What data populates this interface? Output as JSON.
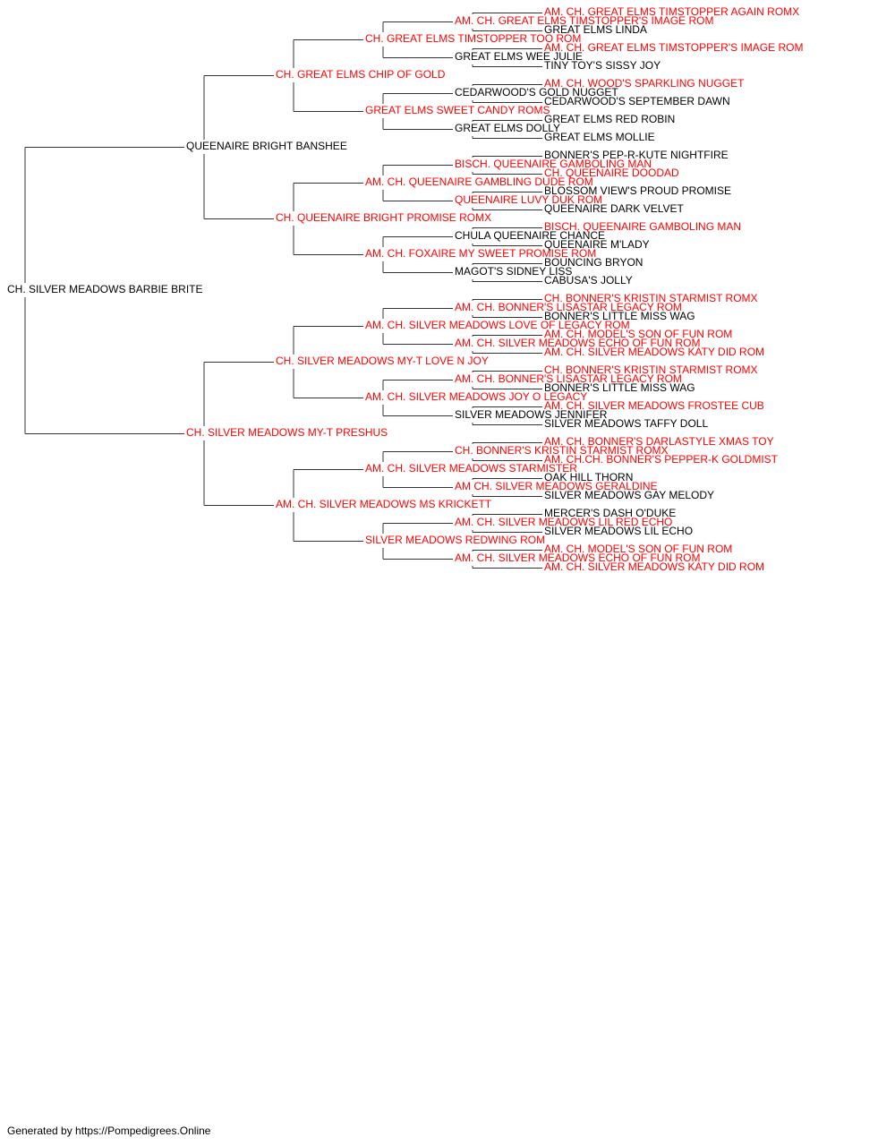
{
  "colors": {
    "titled": "#ff0000",
    "plain": "#000000",
    "line": "#333333"
  },
  "subject": {
    "name": "CH. SILVER MEADOWS BARBIE BRITE",
    "titled": false
  },
  "sire": {
    "name": "QUEENAIRE BRIGHT BANSHEE",
    "titled": false,
    "sire": {
      "name": "CH. GREAT ELMS CHIP OF GOLD",
      "titled": true,
      "sire": {
        "name": "CH. GREAT ELMS TIMSTOPPER TOO ROM",
        "titled": true,
        "sire": {
          "name": "AM. CH. GREAT ELMS TIMSTOPPER'S IMAGE ROM",
          "titled": true,
          "sire": {
            "name": "AM. CH. GREAT ELMS TIMSTOPPER AGAIN ROMX",
            "titled": true
          },
          "dam": {
            "name": "GREAT ELMS LINDA",
            "titled": false
          }
        },
        "dam": {
          "name": "GREAT ELMS WEE JULIE",
          "titled": false,
          "sire": {
            "name": "AM. CH. GREAT ELMS TIMSTOPPER'S IMAGE ROM",
            "titled": true
          },
          "dam": {
            "name": "TINY TOY'S SISSY JOY",
            "titled": false
          }
        }
      },
      "dam": {
        "name": "GREAT ELMS SWEET CANDY ROMS",
        "titled": true,
        "sire": {
          "name": "CEDARWOOD'S GOLD NUGGET",
          "titled": false,
          "sire": {
            "name": "AM. CH. WOOD'S SPARKLING NUGGET",
            "titled": true
          },
          "dam": {
            "name": "CEDARWOOD'S SEPTEMBER DAWN",
            "titled": false
          }
        },
        "dam": {
          "name": "GREAT ELMS DOLLY",
          "titled": false,
          "sire": {
            "name": "GREAT ELMS RED ROBIN",
            "titled": false
          },
          "dam": {
            "name": "GREAT ELMS MOLLIE",
            "titled": false
          }
        }
      }
    },
    "dam": {
      "name": "CH. QUEENAIRE BRIGHT PROMISE ROMX",
      "titled": true,
      "sire": {
        "name": "AM. CH. QUEENAIRE GAMBLING DUDE ROM",
        "titled": true,
        "sire": {
          "name": "BISCH. QUEENAIRE GAMBOLING MAN",
          "titled": true,
          "sire": {
            "name": "BONNER'S PEP-R-KUTE NIGHTFIRE",
            "titled": false
          },
          "dam": {
            "name": "CH. QUEENAIRE DOODAD",
            "titled": true
          }
        },
        "dam": {
          "name": "QUEENAIRE LUVY DUK ROM",
          "titled": true,
          "sire": {
            "name": "BLOSSOM VIEW'S PROUD PROMISE",
            "titled": false
          },
          "dam": {
            "name": "QUEENAIRE DARK VELVET",
            "titled": false
          }
        }
      },
      "dam": {
        "name": "AM. CH. FOXAIRE MY SWEET PROMISE ROM",
        "titled": true,
        "sire": {
          "name": "CHULA QUEENAIRE CHANCE",
          "titled": false,
          "sire": {
            "name": "BISCH. QUEENAIRE GAMBOLING MAN",
            "titled": true
          },
          "dam": {
            "name": "QUEENAIRE M'LADY",
            "titled": false
          }
        },
        "dam": {
          "name": "MAGOT'S SIDNEY LISS",
          "titled": false,
          "sire": {
            "name": "BOUNCING BRYON",
            "titled": false
          },
          "dam": {
            "name": "CABUSA'S JOLLY",
            "titled": false
          }
        }
      }
    }
  },
  "dam": {
    "name": "CH. SILVER MEADOWS MY-T PRESHUS",
    "titled": true,
    "sire": {
      "name": "CH. SILVER MEADOWS MY-T LOVE N JOY",
      "titled": true,
      "sire": {
        "name": "AM. CH. SILVER MEADOWS LOVE OF LEGACY ROM",
        "titled": true,
        "sire": {
          "name": "AM. CH. BONNER'S LISASTAR LEGACY ROM",
          "titled": true,
          "sire": {
            "name": "CH. BONNER'S KRISTIN STARMIST ROMX",
            "titled": true
          },
          "dam": {
            "name": "BONNER'S LITTLE MISS WAG",
            "titled": false
          }
        },
        "dam": {
          "name": "AM. CH. SILVER MEADOWS ECHO OF FUN ROM",
          "titled": true,
          "sire": {
            "name": "AM. CH. MODEL'S SON OF FUN ROM",
            "titled": true
          },
          "dam": {
            "name": "AM. CH. SILVER MEADOWS KATY DID ROM",
            "titled": true
          }
        }
      },
      "dam": {
        "name": "AM. CH. SILVER MEADOWS JOY O LEGACY",
        "titled": true,
        "sire": {
          "name": "AM. CH. BONNER'S LISASTAR LEGACY ROM",
          "titled": true,
          "sire": {
            "name": "CH. BONNER'S KRISTIN STARMIST ROMX",
            "titled": true
          },
          "dam": {
            "name": "BONNER'S LITTLE MISS WAG",
            "titled": false
          }
        },
        "dam": {
          "name": "SILVER MEADOWS JENNIFER",
          "titled": false,
          "sire": {
            "name": "AM. CH. SILVER MEADOWS FROSTEE CUB",
            "titled": true
          },
          "dam": {
            "name": "SILVER MEADOWS TAFFY DOLL",
            "titled": false
          }
        }
      }
    },
    "dam": {
      "name": "AM. CH. SILVER MEADOWS MS KRICKETT",
      "titled": true,
      "sire": {
        "name": "AM. CH. SILVER MEADOWS STARMISTER",
        "titled": true,
        "sire": {
          "name": "CH. BONNER'S KRISTIN STARMIST ROMX",
          "titled": true,
          "sire": {
            "name": "AM. CH. BONNER'S DARLASTYLE XMAS TOY",
            "titled": true
          },
          "dam": {
            "name": "AM. CH.CH. BONNER'S PEPPER-K GOLDMIST",
            "titled": true
          }
        },
        "dam": {
          "name": "AM CH. SILVER MEADOWS GERALDINE",
          "titled": true,
          "sire": {
            "name": "OAK HILL THORN",
            "titled": false
          },
          "dam": {
            "name": "SILVER MEADOWS GAY MELODY",
            "titled": false
          }
        }
      },
      "dam": {
        "name": "SILVER MEADOWS REDWING ROM",
        "titled": true,
        "sire": {
          "name": "AM. CH. SILVER MEADOWS LIL RED ECHO",
          "titled": true,
          "sire": {
            "name": "MERCER'S DASH O'DUKE",
            "titled": false
          },
          "dam": {
            "name": "SILVER MEADOWS LIL ECHO",
            "titled": false
          }
        },
        "dam": {
          "name": "AM. CH. SILVER MEADOWS ECHO OF FUN ROM",
          "titled": true,
          "sire": {
            "name": "AM. CH. MODEL'S SON OF FUN ROM",
            "titled": true
          },
          "dam": {
            "name": "AM. CH. SILVER MEADOWS KATY DID ROM",
            "titled": true
          }
        }
      }
    }
  },
  "footer": "Generated by https://Pompedigrees.Online"
}
